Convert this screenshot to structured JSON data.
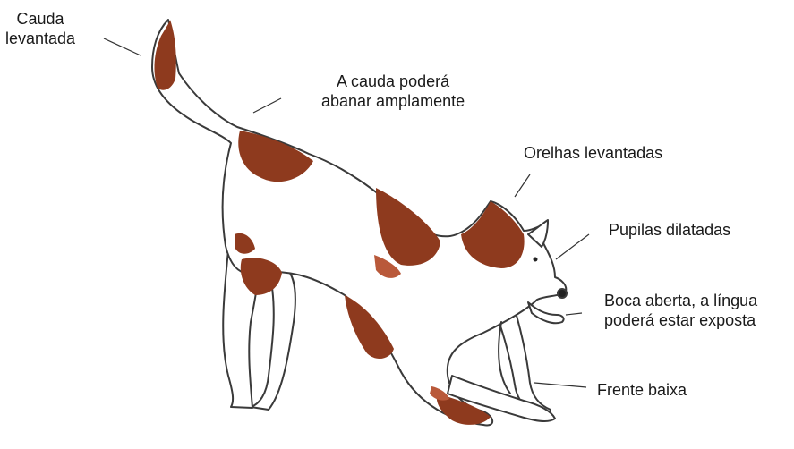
{
  "diagram": {
    "subject": "dog body language (play bow)",
    "colors": {
      "outline": "#3a3a3a",
      "patch": "#8e3a1e",
      "patch_light": "#b9593a",
      "text": "#1a1a1a",
      "background": "#ffffff"
    },
    "labels": [
      {
        "id": "tail_raised",
        "lines": [
          "Cauda",
          "levantada"
        ]
      },
      {
        "id": "tail_wag",
        "lines": [
          "A cauda poderá",
          "abanar amplamente"
        ]
      },
      {
        "id": "ears",
        "lines": [
          "Orelhas levantadas"
        ]
      },
      {
        "id": "pupils",
        "lines": [
          "Pupilas dilatadas"
        ]
      },
      {
        "id": "mouth",
        "lines": [
          "Boca aberta, a língua",
          "poderá estar exposta"
        ]
      },
      {
        "id": "front",
        "lines": [
          "Frente baixa"
        ]
      }
    ]
  }
}
